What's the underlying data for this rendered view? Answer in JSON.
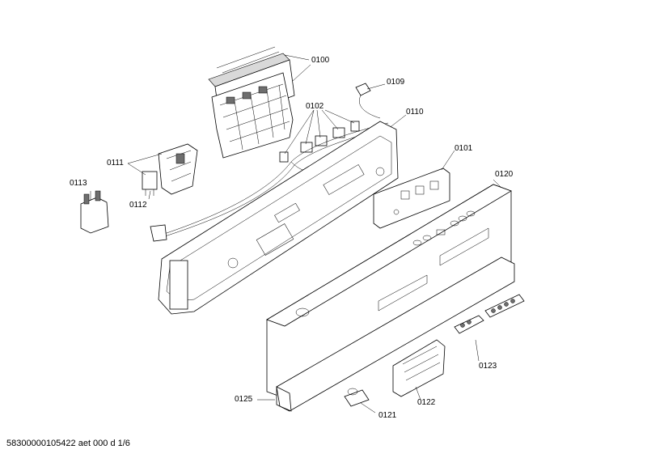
{
  "labels": {
    "p0100": "0100",
    "p0109": "0109",
    "p0102": "0102",
    "p0110": "0110",
    "p0111": "0111",
    "p0112": "0112",
    "p0113": "0113",
    "p0101": "0101",
    "p0120": "0120",
    "p0123": "0123",
    "p0122": "0122",
    "p0125": "0125",
    "p0121": "0121"
  },
  "footer": "58300000105422 aet 000 d 1/6"
}
